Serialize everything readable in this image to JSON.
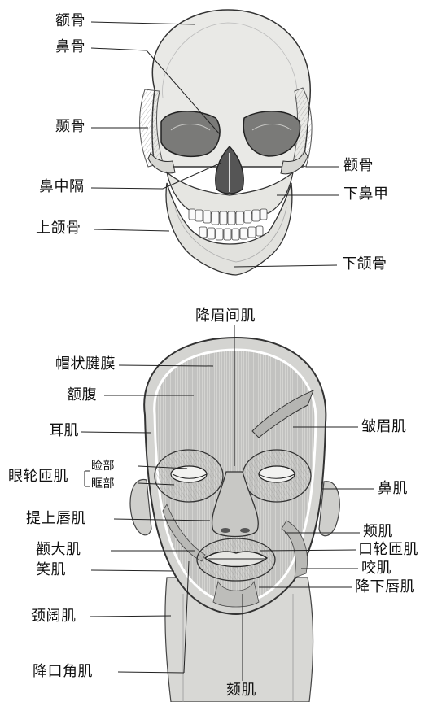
{
  "skull": {
    "labels": {
      "frontal": "额骨",
      "nasal": "鼻骨",
      "temporal": "颞骨",
      "septum": "鼻中隔",
      "maxilla": "上颌骨",
      "zygomatic": "颧骨",
      "inferior_concha": "下鼻甲",
      "mandible": "下颌骨"
    }
  },
  "face": {
    "labels": {
      "procerus": "降眉间肌",
      "galea": "帽状腱膜",
      "frontal_belly": "额腹",
      "auricular": "耳肌",
      "orbicularis_oculi": "眼轮匝肌",
      "palpebral": "睑部",
      "orbital": "眶部",
      "levator_labii": "提上唇肌",
      "zygomaticus_major": "颧大肌",
      "risorius": "笑肌",
      "platysma": "颈阔肌",
      "depressor_anguli": "降口角肌",
      "mentalis": "颏肌",
      "corrugator": "皱眉肌",
      "nasalis": "鼻肌",
      "buccinator": "颊肌",
      "orbicularis_oris": "口轮匝肌",
      "masseter": "咬肌",
      "depressor_labii": "降下唇肌"
    }
  }
}
